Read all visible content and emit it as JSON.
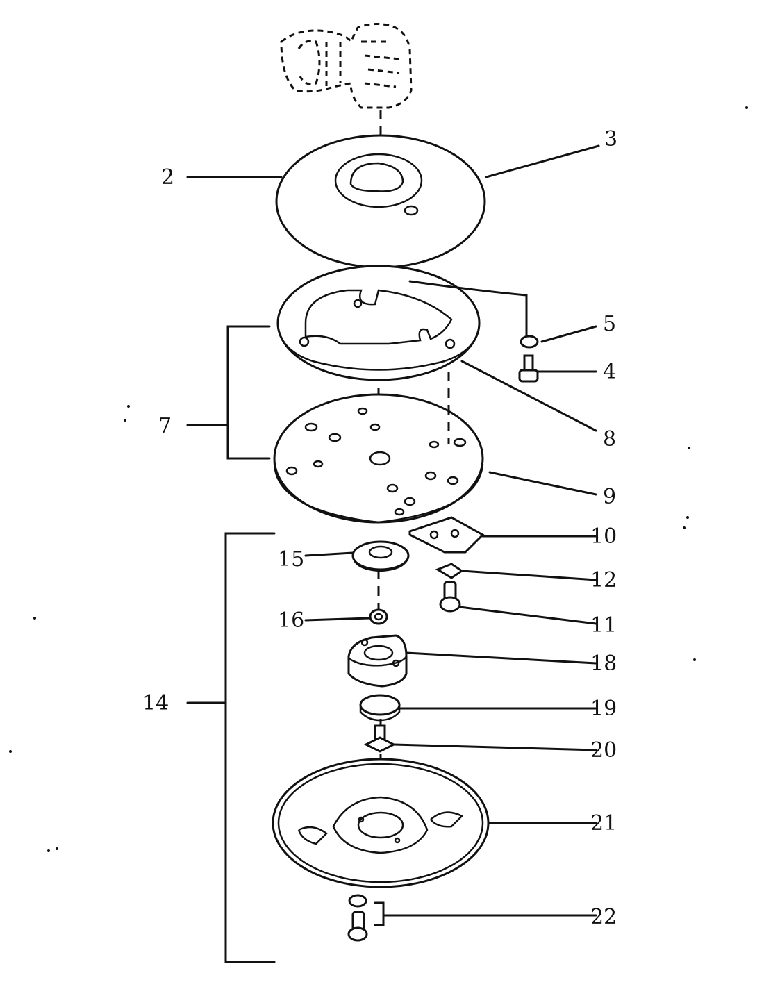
{
  "labels": {
    "l2": "2",
    "l3": "3",
    "l5": "5",
    "l4": "4",
    "l7": "7",
    "l8": "8",
    "l9": "9",
    "l10": "10",
    "l15": "15",
    "l12": "12",
    "l16": "16",
    "l11": "11",
    "l18": "18",
    "l14": "14",
    "l19": "19",
    "l20": "20",
    "l21": "21",
    "l22": "22"
  }
}
